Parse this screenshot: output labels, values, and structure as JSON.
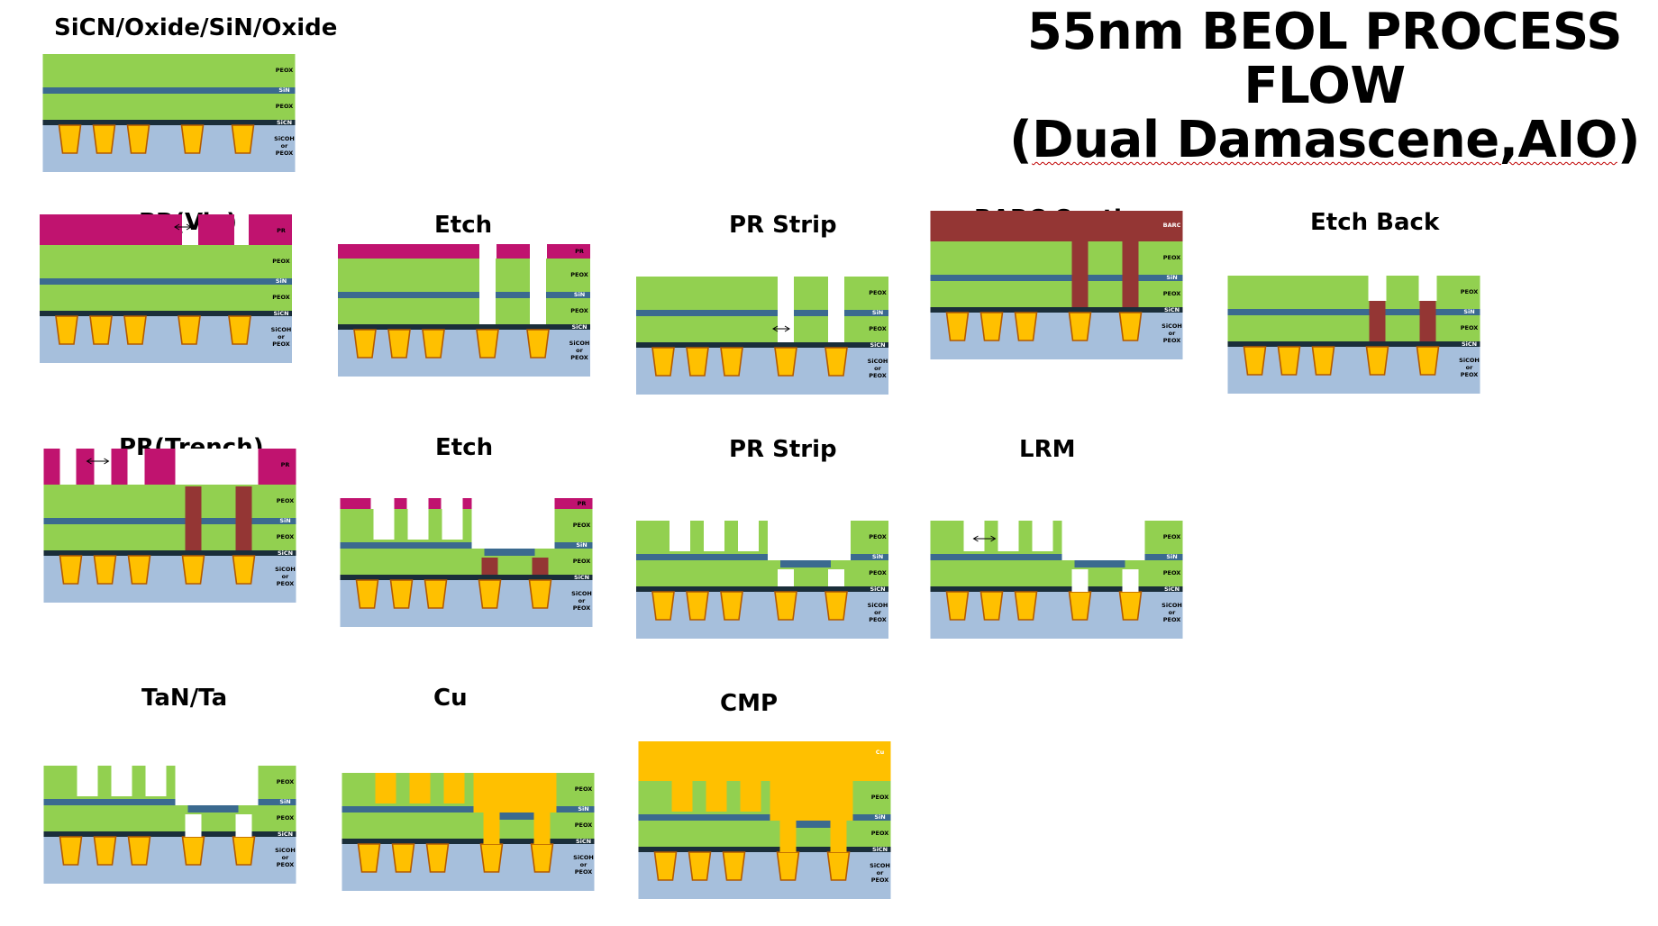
{
  "title": {
    "line1": "55nm BEOL PROCESS FLOW",
    "line2": "(Dual Damascene,AIO)"
  },
  "layer_labels": {
    "pr": "PR",
    "peox": "PEOX",
    "sin": "SiN",
    "sicn": "SiCN",
    "sicoh": "SiCOH",
    "or": "or",
    "barc": "BARC",
    "cu": "Cu"
  },
  "colors": {
    "peox": "#92d050",
    "sin": "#3b6a8f",
    "sicn": "#1a2e3a",
    "substrate": "#a6bfdc",
    "pr": "#c0136f",
    "barc": "#943634",
    "cu": "#ffc000",
    "cu_outline": "#b35a00"
  },
  "panels": [
    {
      "id": "stack",
      "title": "SiCN/Oxide/SiN/Oxide"
    },
    {
      "id": "pr-via",
      "title": "PR(Via)"
    },
    {
      "id": "via-etch",
      "title": "Etch"
    },
    {
      "id": "pr-strip-1",
      "title": "PR Strip"
    },
    {
      "id": "barc",
      "title": "BARC Coating"
    },
    {
      "id": "etch-back",
      "title": "Etch Back"
    },
    {
      "id": "pr-trench",
      "title": "PR(Trench)"
    },
    {
      "id": "trench-etch",
      "title": "Etch"
    },
    {
      "id": "pr-strip-2",
      "title": "PR Strip"
    },
    {
      "id": "lrm",
      "title": "LRM"
    },
    {
      "id": "tan-ta",
      "title": "TaN/Ta"
    },
    {
      "id": "cu",
      "title": "Cu"
    },
    {
      "id": "cmp",
      "title": "CMP"
    }
  ]
}
